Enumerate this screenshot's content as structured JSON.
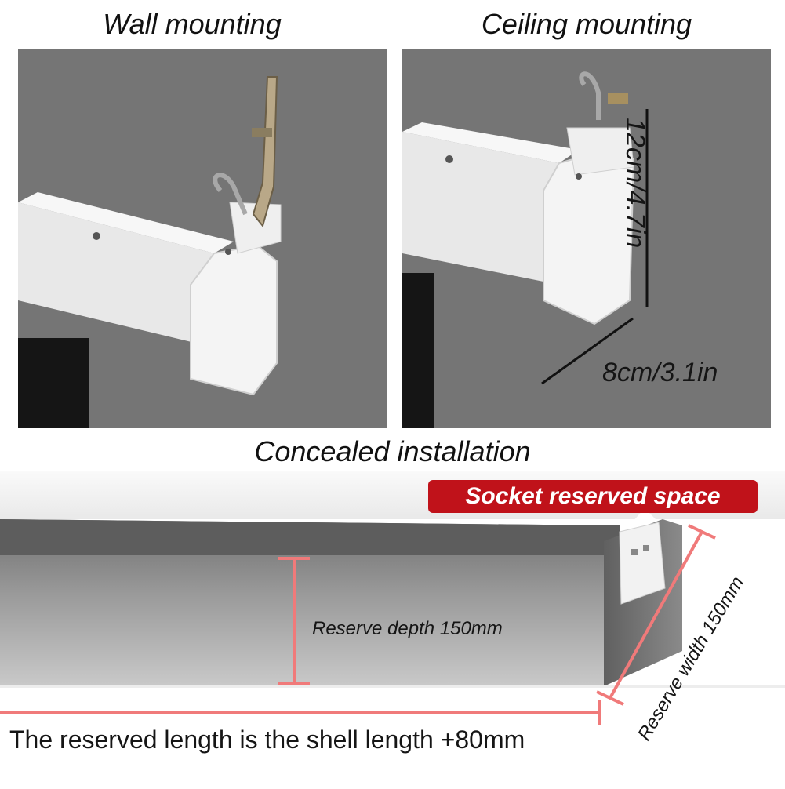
{
  "sections": {
    "wall_title": "Wall mounting",
    "ceiling_title": "Ceiling mounting",
    "concealed_title": "Concealed installation"
  },
  "dimensions": {
    "height": "12cm/4.7in",
    "width": "8cm/3.1in"
  },
  "concealed": {
    "socket_label": "Socket reserved space",
    "depth_label": "Reserve depth 150mm",
    "width_label": "Reserve width 150mm",
    "length_caption": "The reserved length is the shell length +80mm"
  },
  "colors": {
    "panel_background": "#757575",
    "housing": "#f2f2f2",
    "accent_red": "#c0121a",
    "guide_line": "#f07a7a"
  }
}
